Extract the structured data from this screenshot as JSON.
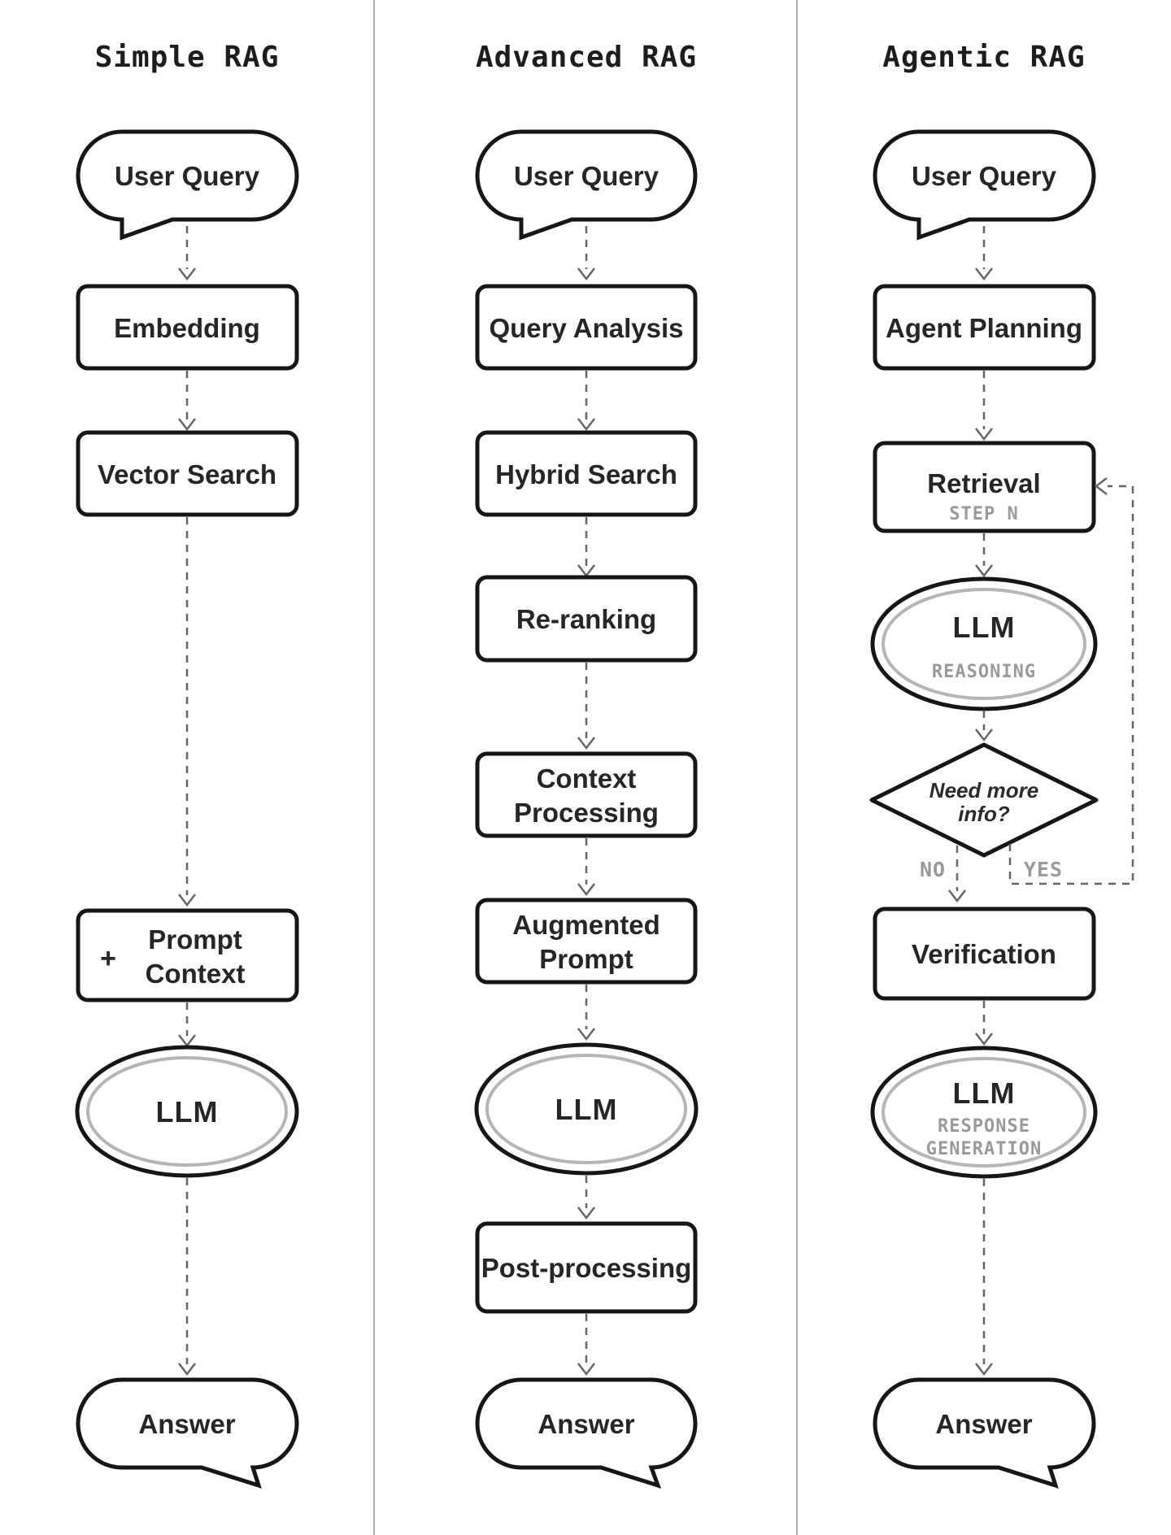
{
  "colors": {
    "background": "#ffffff",
    "stroke": "#161616",
    "text": "#262626",
    "muted": "#9a9a9a",
    "dash": "#666666",
    "ring": "#b5b5b5",
    "divider": "#adadad"
  },
  "titles": {
    "simple": "Simple RAG",
    "advanced": "Advanced RAG",
    "agentic": "Agentic RAG"
  },
  "simple": {
    "user_query": "User Query",
    "embedding": "Embedding",
    "vector_search": "Vector Search",
    "plus": "+",
    "prompt_line1": "Prompt",
    "prompt_line2": "Context",
    "llm": "LLM",
    "answer": "Answer"
  },
  "advanced": {
    "user_query": "User Query",
    "query_analysis": "Query Analysis",
    "hybrid_search": "Hybrid Search",
    "re_ranking": "Re-ranking",
    "context_line1": "Context",
    "context_line2": "Processing",
    "augmented_line1": "Augmented",
    "augmented_line2": "Prompt",
    "llm": "LLM",
    "post_processing": "Post-processing",
    "answer": "Answer"
  },
  "agentic": {
    "user_query": "User Query",
    "agent_planning": "Agent Planning",
    "retrieval": "Retrieval",
    "retrieval_step": "STEP N",
    "llm_reasoning_label": "LLM",
    "llm_reasoning_sub": "REASONING",
    "decision_line1": "Need more",
    "decision_line2": "info?",
    "branch_no": "NO",
    "branch_yes": "YES",
    "verification": "Verification",
    "llm_response_label": "LLM",
    "llm_response_sub1": "RESPONSE",
    "llm_response_sub2": "GENERATION",
    "answer": "Answer"
  }
}
